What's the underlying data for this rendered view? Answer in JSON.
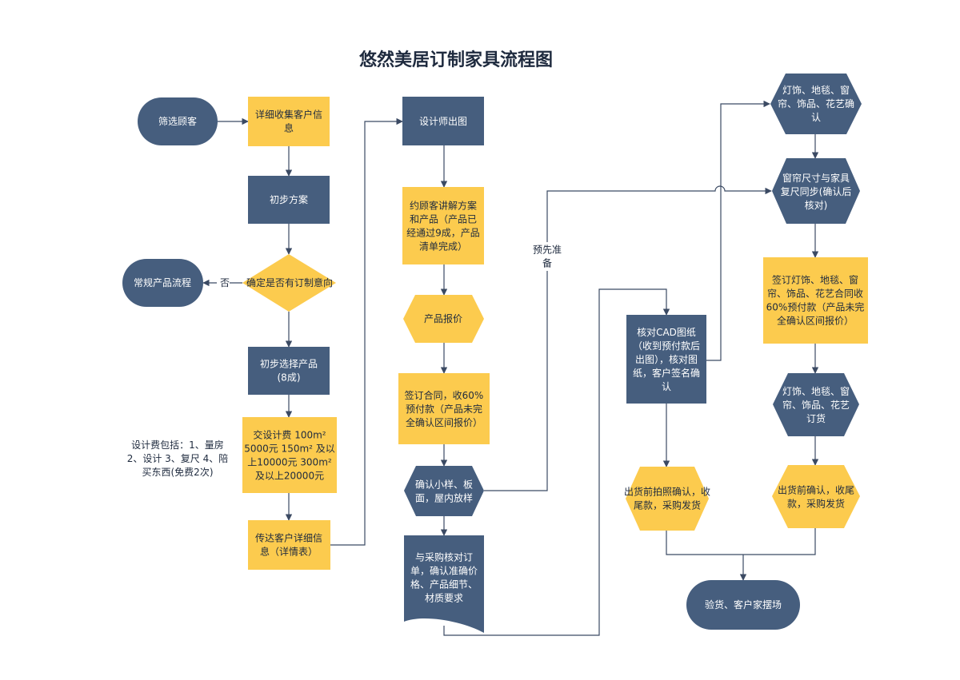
{
  "title": "悠然美居订制家具流程图",
  "colors": {
    "dark": "#465E7E",
    "yellow": "#FCCB4E",
    "line": "#3B4A63",
    "title": "#1E2A3E"
  },
  "nodes": {
    "screen_customer": {
      "lines": [
        "筛选顾客"
      ]
    },
    "collect_info": {
      "lines": [
        "详细收集客户信",
        "息"
      ]
    },
    "initial_plan": {
      "lines": [
        "初步方案"
      ]
    },
    "confirm_custom": {
      "lines": [
        "确定是否有订制意向"
      ]
    },
    "regular_process": {
      "lines": [
        "常规产品流程"
      ]
    },
    "select_products": {
      "lines": [
        "初步选择产品",
        "(8成)"
      ]
    },
    "design_fee": {
      "lines": [
        "交设计费 100m²",
        "5000元  150m² 及以",
        "上10000元  300m²",
        "及以上20000元"
      ]
    },
    "pass_info": {
      "lines": [
        "传达客户详细信",
        "息（详情表）"
      ]
    },
    "designer_drawing": {
      "lines": [
        "设计师出图"
      ]
    },
    "explain_plan": {
      "lines": [
        "约顾客讲解方案",
        "和产品（产品已",
        "经通过9成，产品",
        "清单完成）"
      ]
    },
    "quotation": {
      "lines": [
        "产品报价"
      ]
    },
    "sign_contract": {
      "lines": [
        "签订合同，收60%",
        "预付款（产品未完",
        "全确认区间报价）"
      ]
    },
    "confirm_samples": {
      "lines": [
        "确认小样、板",
        "面，屋内放样"
      ]
    },
    "verify_order": {
      "lines": [
        "与采购核对订",
        "单，确认准确价",
        "格、产品细节、",
        "材质要求"
      ]
    },
    "check_cad": {
      "lines": [
        "核对CAD图纸",
        "（收到预付款后",
        "出图），核对图",
        "纸，客户签名确",
        "认"
      ]
    },
    "ship_photo": {
      "lines": [
        "出货前拍照确认，收",
        "尾款，采购发货"
      ]
    },
    "accessories_confirm": {
      "lines": [
        "灯饰、地毯、窗",
        "帘、饰品、花艺确",
        "认"
      ]
    },
    "curtain_size": {
      "lines": [
        "窗帘尺寸与家具",
        "复尺同步(确认后",
        "核对)"
      ]
    },
    "sign_accessories": {
      "lines": [
        "签订灯饰、地毯、窗",
        "帘、饰品、花艺合同收",
        "60%预付款（产品未完",
        "全确认区间报价）"
      ]
    },
    "accessories_order": {
      "lines": [
        "灯饰、地毯、窗",
        "帘、饰品、花艺",
        "订货"
      ]
    },
    "ship_confirm": {
      "lines": [
        "出货前确认，收尾",
        "款，采购发货"
      ]
    },
    "inspect_delivery": {
      "lines": [
        "验货、客户家摆场"
      ]
    }
  },
  "labels": {
    "no": "否",
    "prepare": [
      "预先准",
      "备"
    ],
    "design_fee_note": [
      "设计费包括：1、量房",
      "2、设计  3、复尺  4、陪",
      "买东西(免费2次)"
    ]
  }
}
